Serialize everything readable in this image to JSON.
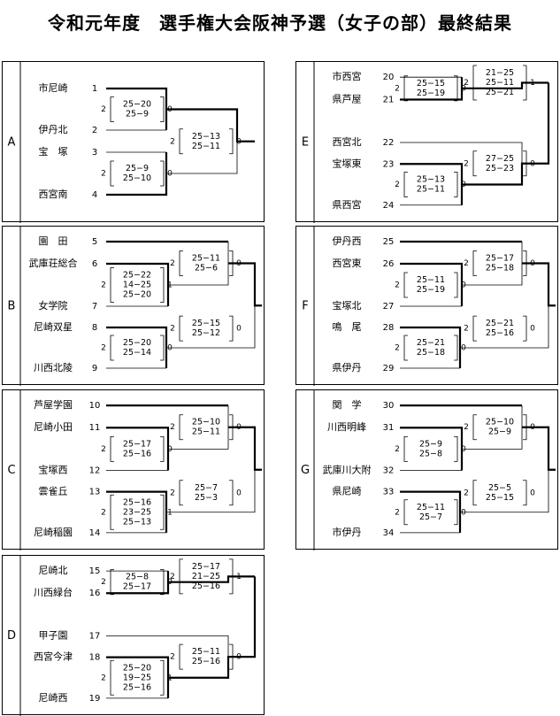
{
  "title": "令和元年度　選手権大会阪神予選（女子の部）最終結果",
  "blocks": [
    {
      "letter": "A",
      "teams": [
        {
          "name": "市尼崎",
          "seed": "1"
        },
        {
          "name": "伊丹北",
          "seed": "2"
        },
        {
          "name": "宝　塚",
          "seed": "3"
        },
        {
          "name": "西宮南",
          "seed": "4"
        }
      ],
      "matches": [
        {
          "scores": [
            "25−20",
            "25−9"
          ],
          "left": "2",
          "right": "0"
        },
        {
          "scores": [
            "25−9",
            "25−10"
          ],
          "left": "2",
          "right": "0"
        },
        {
          "scores": [
            "25−13",
            "25−11"
          ],
          "left": "2",
          "right": "0"
        }
      ]
    },
    {
      "letter": "B",
      "teams": [
        {
          "name": "園　田",
          "seed": "5"
        },
        {
          "name": "武庫荘総合",
          "seed": "6"
        },
        {
          "name": "女学院",
          "seed": "7"
        },
        {
          "name": "尼崎双星",
          "seed": "8"
        },
        {
          "name": "川西北陵",
          "seed": "9"
        }
      ],
      "matches": [
        {
          "scores": [
            "25−22",
            "14−25",
            "25−20"
          ],
          "left": "2",
          "right": "1"
        },
        {
          "scores": [
            "25−11",
            "25−6"
          ],
          "left": "2",
          "right": "0"
        },
        {
          "scores": [
            "25−20",
            "25−14"
          ],
          "left": "2",
          "right": "0"
        },
        {
          "scores": [
            "25−15",
            "25−12"
          ],
          "left": "2",
          "right": "0"
        }
      ]
    },
    {
      "letter": "C",
      "teams": [
        {
          "name": "芦屋学園",
          "seed": "10"
        },
        {
          "name": "尼崎小田",
          "seed": "11"
        },
        {
          "name": "宝塚西",
          "seed": "12"
        },
        {
          "name": "雲雀丘",
          "seed": "13"
        },
        {
          "name": "尼崎稲園",
          "seed": "14"
        }
      ],
      "matches": [
        {
          "scores": [
            "25−17",
            "25−16"
          ],
          "left": "2",
          "right": "0"
        },
        {
          "scores": [
            "25−10",
            "25−11"
          ],
          "left": "2",
          "right": "0"
        },
        {
          "scores": [
            "25−16",
            "23−25",
            "25−13"
          ],
          "left": "2",
          "right": "1"
        },
        {
          "scores": [
            "25−7",
            "25−3"
          ],
          "left": "2",
          "right": "0"
        }
      ]
    },
    {
      "letter": "D",
      "teams": [
        {
          "name": "尼崎北",
          "seed": "15"
        },
        {
          "name": "川西緑台",
          "seed": "16"
        },
        {
          "name": "甲子園",
          "seed": "17"
        },
        {
          "name": "西宮今津",
          "seed": "18"
        },
        {
          "name": "尼崎西",
          "seed": "19"
        }
      ],
      "matches": [
        {
          "scores": [
            "25−8",
            "25−17"
          ],
          "left": "2",
          "right": "0"
        },
        {
          "scores": [
            "25−17",
            "21−25",
            "25−16"
          ],
          "left": "2",
          "right": "1"
        },
        {
          "scores": [
            "25−20",
            "19−25",
            "25−16"
          ],
          "left": "2",
          "right": "1"
        },
        {
          "scores": [
            "25−11",
            "25−16"
          ],
          "left": "2",
          "right": "0"
        }
      ]
    },
    {
      "letter": "E",
      "teams": [
        {
          "name": "市西宮",
          "seed": "20"
        },
        {
          "name": "県芦屋",
          "seed": "21"
        },
        {
          "name": "西宮北",
          "seed": "22"
        },
        {
          "name": "宝塚東",
          "seed": "23"
        },
        {
          "name": "県西宮",
          "seed": "24"
        }
      ],
      "matches": [
        {
          "scores": [
            "25−15",
            "25−19"
          ],
          "left": "2",
          "right": "0"
        },
        {
          "scores": [
            "21−25",
            "25−11",
            "25−21"
          ],
          "left": "2",
          "right": "1"
        },
        {
          "scores": [
            "25−13",
            "25−11"
          ],
          "left": "2",
          "right": "0"
        },
        {
          "scores": [
            "27−25",
            "25−23"
          ],
          "left": "2",
          "right": "0"
        }
      ]
    },
    {
      "letter": "F",
      "teams": [
        {
          "name": "伊丹西",
          "seed": "25"
        },
        {
          "name": "西宮東",
          "seed": "26"
        },
        {
          "name": "宝塚北",
          "seed": "27"
        },
        {
          "name": "鳴　尾",
          "seed": "28"
        },
        {
          "name": "県伊丹",
          "seed": "29"
        }
      ],
      "matches": [
        {
          "scores": [
            "25−11",
            "25−19"
          ],
          "left": "2",
          "right": "0"
        },
        {
          "scores": [
            "25−17",
            "25−18"
          ],
          "left": "2",
          "right": "0"
        },
        {
          "scores": [
            "25−21",
            "25−18"
          ],
          "left": "2",
          "right": "0"
        },
        {
          "scores": [
            "25−21",
            "25−16"
          ],
          "left": "2",
          "right": "0"
        }
      ]
    },
    {
      "letter": "G",
      "teams": [
        {
          "name": "関　学",
          "seed": "30"
        },
        {
          "name": "川西明峰",
          "seed": "31"
        },
        {
          "name": "武庫川大附",
          "seed": "32"
        },
        {
          "name": "県尼崎",
          "seed": "33"
        },
        {
          "name": "市伊丹",
          "seed": "34"
        }
      ],
      "matches": [
        {
          "scores": [
            "25−9",
            "25−8"
          ],
          "left": "2",
          "right": "0"
        },
        {
          "scores": [
            "25−10",
            "25−9"
          ],
          "left": "2",
          "right": "0"
        },
        {
          "scores": [
            "25−11",
            "25−7"
          ],
          "left": "2",
          "right": "0"
        },
        {
          "scores": [
            "25−5",
            "25−15"
          ],
          "left": "2",
          "right": "0"
        }
      ]
    }
  ]
}
